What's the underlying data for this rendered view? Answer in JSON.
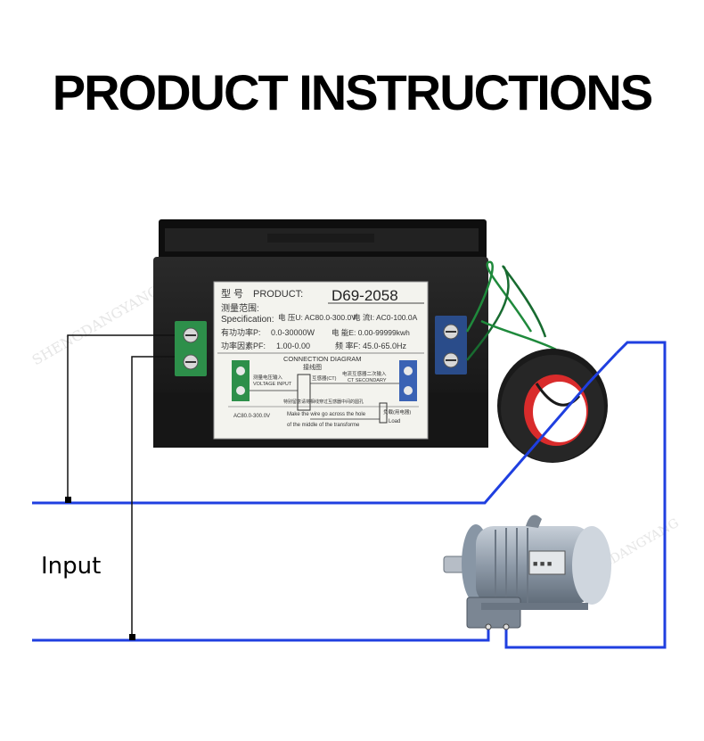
{
  "title": "PRODUCT INSTRUCTIONS",
  "input_label": "Input",
  "meter_label": {
    "model_cn": "型    号",
    "model_en": "PRODUCT:",
    "model_value": "D69-2058",
    "spec_cn": "测量范围:",
    "spec_en": "Specification:",
    "voltage": "电 压U: AC80.0-300.0V",
    "current": "电 流I: AC0-100.0A",
    "power_cn": "有功功率P:",
    "power_value": "0.0-30000W",
    "energy": "电 能E: 0.00-99999kwh",
    "pf_cn": "功率因素PF:",
    "pf_value": "1.00-0.00",
    "freq": "频 率F: 45.0-65.0Hz",
    "diagram_title": "CONNECTION DIAGRAM",
    "diagram_title_cn": "接线图",
    "voltage_input_cn": "测量电压输入",
    "voltage_input": "VOLTAGE INPUT",
    "ct_cn": "互感器(CT)",
    "ct_secondary_cn": "电流互感器二次输入",
    "ct_secondary": "CT SECONDARY",
    "range_note": "AC80.0-300.0V",
    "wire_cn": "特别留意请将相线穿过互感器中间的圆孔",
    "wire_note_1": "Make the wire go across the hole",
    "wire_note_2": "of the middle of the transforme",
    "load_cn": "负载(用电器)",
    "load": "Load"
  },
  "motor_plate": "■ ■ ■",
  "watermark": "SHENGDANGYANG",
  "colors": {
    "wire": "#1f3fe0",
    "black_wire": "#111111",
    "meter_body": "#1c1c1c",
    "terminal_green": "#2d8f4a",
    "terminal_blue": "#2a4c8a",
    "ct_ring": "#1a1a1a",
    "ct_inner": "#d92b2b",
    "label_bg": "#f3f3ee",
    "motor": "#8e9aa8"
  }
}
